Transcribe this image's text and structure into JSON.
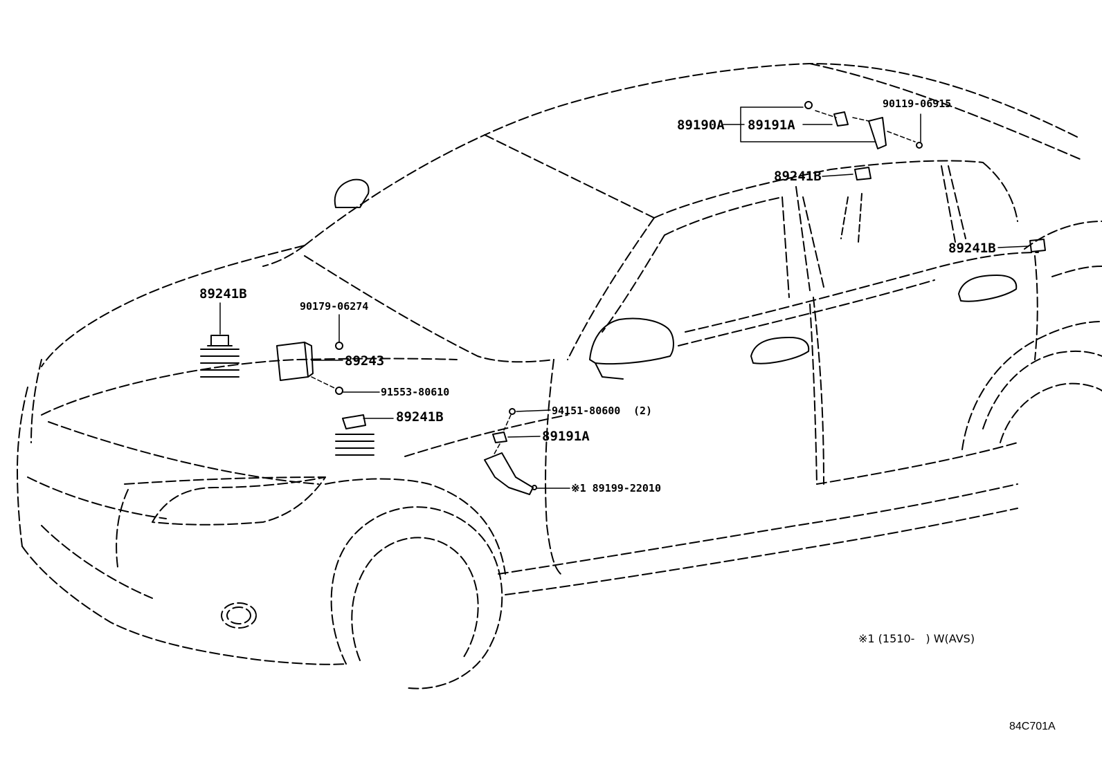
{
  "labels": {
    "assy_bracket_top": "89190A",
    "sensor_top": "89191A",
    "screw_top": "90119-06915",
    "horn_roof": "89241B",
    "horn_rear": "89241B",
    "horn_hood": "89241B",
    "bolt_computer": "90179-06274",
    "computer": "89243",
    "screw_computer": "91553-80610",
    "horn_front": "89241B",
    "nut_fender": "94151-80600",
    "nut_fender_qty": "(2)",
    "sensor_fender": "89191A",
    "bracket_fender": "※1 89199-22010"
  },
  "footnote": "※1 (1510-　) W(AVS)",
  "figure_code": "84C701A"
}
